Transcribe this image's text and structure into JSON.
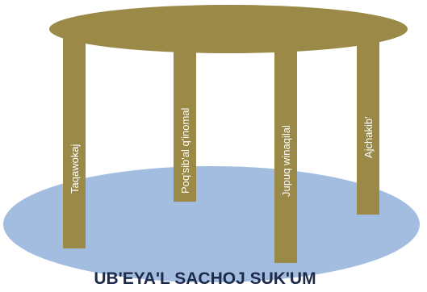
{
  "colors": {
    "base": "#a3bde0",
    "table_wood": "#9b8947",
    "leg_wood": "#9b8947",
    "label_text": "#ffffff",
    "title_text": "#1e2a4a"
  },
  "table": {
    "legs": [
      {
        "label": "Taqawokaj"
      },
      {
        "label": "Poq'sib'al q'inomal"
      },
      {
        "label": "Jupuq winaqilal"
      },
      {
        "label": "Ajchakib'"
      }
    ]
  },
  "base": {
    "title": "UB'EYA'L SACHOJ SUK'UM"
  }
}
